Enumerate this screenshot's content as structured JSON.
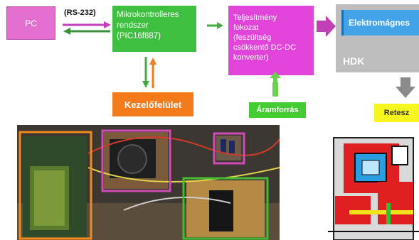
{
  "blocks": {
    "pc": "PC",
    "rs232": "(RS-232)",
    "mcu": [
      "Mikrokontrolleres",
      "rendszer",
      "(PIC16f887)"
    ],
    "power": [
      "Teljesítmény",
      "fokozat",
      "(feszültség",
      "csökkentő DC-DC",
      "konverter)"
    ],
    "electromagnet": "Elektromágnes",
    "hdk": "HDK",
    "ui": "Kezelőfelület",
    "source": "Áramforrás",
    "latch": "Retesz"
  },
  "colors": {
    "pc": "#e56fd0",
    "mcu": "#3fbf3f",
    "power": "#e044d8",
    "hdk": "#bdbdbd",
    "electromagnet": "#42a3e8",
    "ui": "#f47a1a",
    "source": "#44cc33",
    "latch": "#f7f51e",
    "arrow_green": "#44aa44",
    "arrow_magenta": "#c040b8",
    "arrow_gray": "#8a8a8a"
  }
}
